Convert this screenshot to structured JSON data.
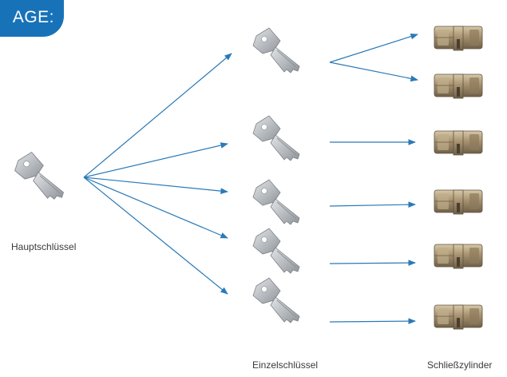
{
  "header": {
    "badge_text": "AGE:"
  },
  "labels": {
    "master_key": "Hauptschlüssel",
    "individual_keys": "Einzelschlüssel",
    "cylinders": "Schließzylinder"
  },
  "colors": {
    "accent": "#1872b8",
    "arrow": "#2a7ab8",
    "key_metal": "#b8bcc0",
    "cylinder_brass": "#a58f67"
  },
  "icons": {
    "key": "key-icon",
    "cylinder": "lock-cylinder-icon"
  }
}
